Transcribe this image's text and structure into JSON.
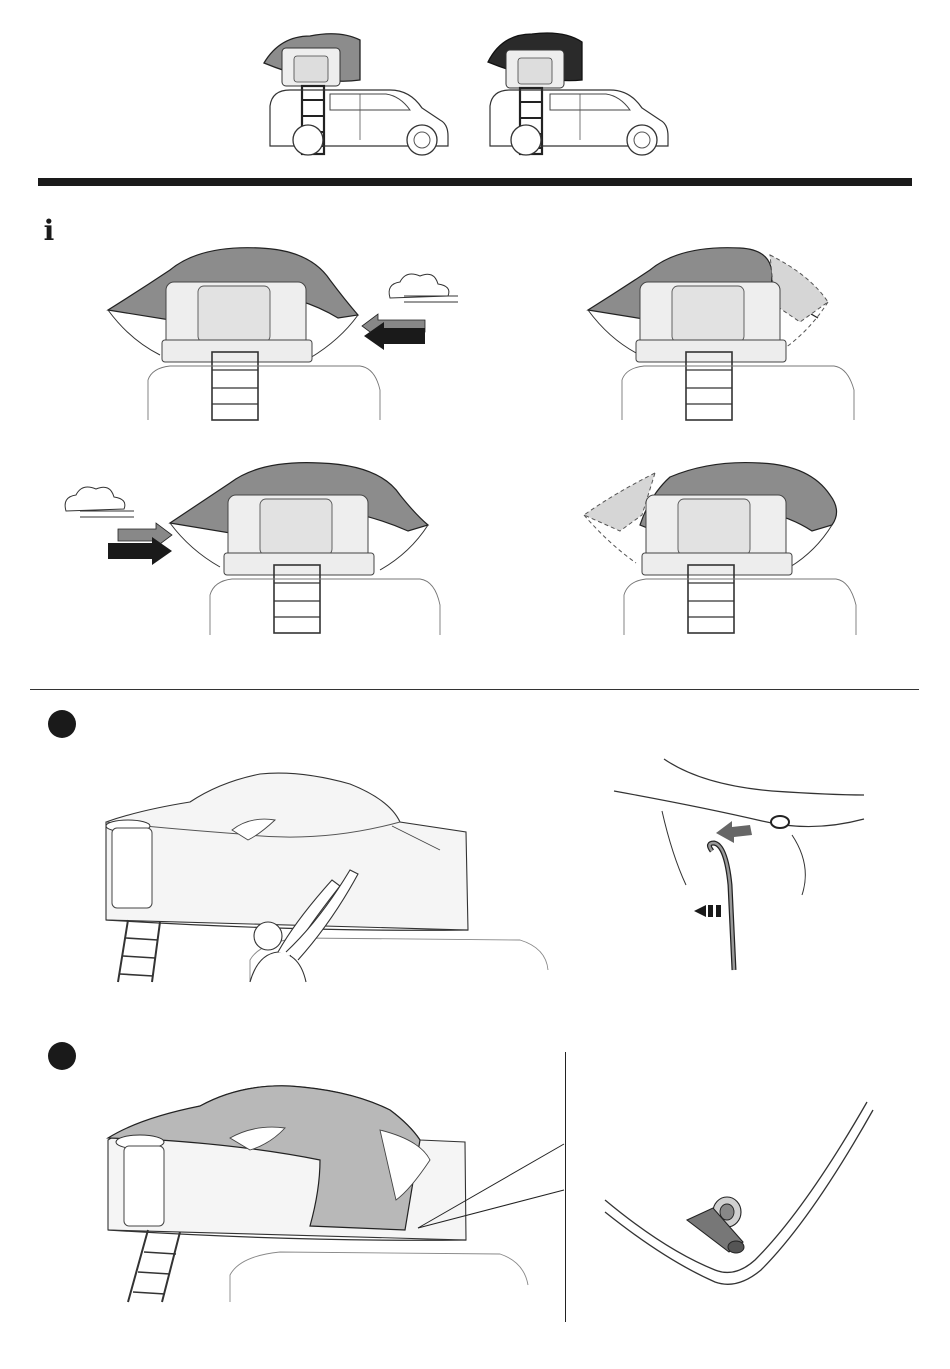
{
  "page": {
    "info_icon": "i",
    "steps": [
      {
        "number": "",
        "icon": "filled-circle-bullet"
      },
      {
        "number": "",
        "icon": "filled-circle-bullet"
      }
    ]
  },
  "colors": {
    "ink": "#1a1a1a",
    "fly_grey": "#8c8c8c",
    "fly_light": "#b8b8b8",
    "fly_dark": "#2a2a2a",
    "tent_body": "#eeeeee"
  },
  "illustrations": {
    "header": [
      "car-with-tent-grey-fly-icon",
      "car-with-tent-dark-fly-icon"
    ],
    "wind_panel": [
      "tent-wind-from-right-icon",
      "tent-fly-deflect-right-icon",
      "tent-wind-from-left-icon",
      "tent-fly-deflect-left-icon"
    ],
    "step_1": [
      "person-attaching-fly-icon",
      "hook-into-eyelet-detail-icon"
    ],
    "step_2": [
      "tent-with-fly-fitted-icon",
      "toggle-fastener-detail-icon"
    ]
  }
}
